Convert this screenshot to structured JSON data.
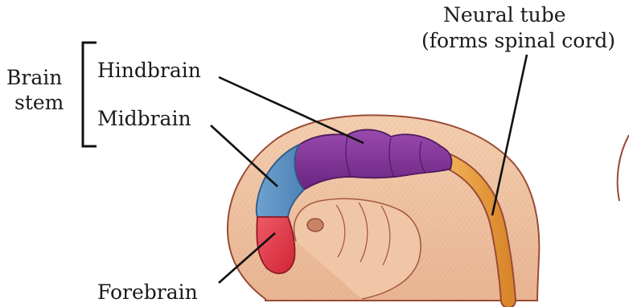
{
  "labels": {
    "brain_stem_line1": "Brain",
    "brain_stem_line2": "stem",
    "hindbrain": "Hindbrain",
    "midbrain": "Midbrain",
    "forebrain": "Forebrain",
    "neural_tube_line1": "Neural tube",
    "neural_tube_line2": "(forms spinal cord)"
  },
  "colors": {
    "background": "#ffffff",
    "embryo_body": "#efc2a0",
    "embryo_outline": "#9a4a35",
    "hindbrain": "#7f2f93",
    "midbrain": "#5e92c2",
    "forebrain": "#e23a4a",
    "neural_tube": "#e79a3a",
    "leader_lines": "#111111"
  }
}
